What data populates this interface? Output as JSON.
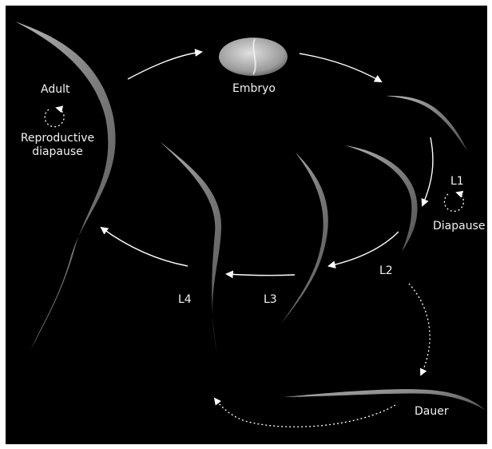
{
  "figure": {
    "background": "#000000",
    "frame_color": "#ffffff",
    "text_color": "#f2f2f2",
    "arrow_color": "#ffffff",
    "worm_color": "#9a9a9a"
  },
  "labels": {
    "embryo": "Embryo",
    "adult": "Adult",
    "reproductive_diapause_line1": "Reproductive",
    "reproductive_diapause_line2": "diapause",
    "l1": "L1",
    "diapause": "Diapause",
    "l2": "L2",
    "l3": "L3",
    "l4": "L4",
    "dauer": "Dauer"
  },
  "stages": [
    "Embryo",
    "L1",
    "L2",
    "L3",
    "L4",
    "Adult",
    "Dauer"
  ],
  "icons": {
    "adult_loop": "circular-dotted-arrow-icon",
    "l1_loop": "circular-dotted-arrow-icon"
  }
}
